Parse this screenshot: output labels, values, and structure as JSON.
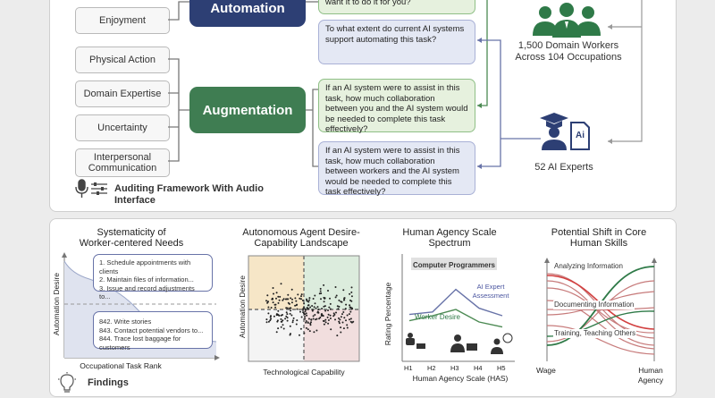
{
  "framework": {
    "dimensions_top": [
      "Enjoyment"
    ],
    "dimensions": [
      "Physical Action",
      "Domain Expertise",
      "Uncertainty",
      "Interpersonal Communication"
    ],
    "automation_label": "Automation",
    "augmentation_label": "Augmentation",
    "q_automation_worker": "want it to do it for you?",
    "q_automation_expert": "To what extent do current AI systems support automating this task?",
    "q_augmentation_worker": "If an AI system were to assist in this task, how much collaboration between you and the AI system would be needed to complete this task effectively?",
    "q_augmentation_expert": "If an AI system were to assist in this task, how much collaboration between workers and the AI system would be needed to complete this task effectively?",
    "footer_label": "Auditing Framework With Audio Interface",
    "workers_label": "1,500 Domain Workers Across 104 Occupations",
    "experts_label": "52 AI Experts",
    "experts_icon_text": "Ai"
  },
  "findings": {
    "label": "Findings",
    "f1": {
      "title": "Systematicity of Worker-centered Needs",
      "top_list": [
        "1. Schedule appointments with clients",
        "2. Maintain files of information...",
        "3. Issue and record adjustments to..."
      ],
      "bottom_list": [
        "842. Write stories",
        "843. Contact potential vendors to...",
        "844. Trace lost baggage for customers"
      ],
      "ylabel": "Automation Desire",
      "xlabel": "Occupational Task Rank"
    },
    "f2": {
      "title": "Autonomous Agent Desire-Capability Landscape",
      "ylabel": "Automation Desire",
      "xlabel": "Technological Capability"
    },
    "f3": {
      "title": "Human Agency Scale Spectrum",
      "legend_title": "Computer Programmers",
      "series_expert": "AI Expert Assessment",
      "series_worker": "Worker Desire",
      "ylabel": "Rating Percentage",
      "xlabel": "Human Agency Scale (HAS)",
      "ticks": [
        "H1",
        "H2",
        "H3",
        "H4",
        "H5"
      ]
    },
    "f4": {
      "title": "Potential Shift in Core Human Skills",
      "skills": [
        "Analyzing Information",
        "Documenting Information",
        "Training, Teaching Others"
      ],
      "xlabel_left": "Wage",
      "xlabel_right": "Human Agency"
    }
  },
  "chart_data": [
    {
      "type": "line",
      "title": "Human Agency Scale Spectrum",
      "xlabel": "Human Agency Scale (HAS)",
      "ylabel": "Rating Percentage",
      "categories": [
        "H1",
        "H2",
        "H3",
        "H4",
        "H5"
      ],
      "series": [
        {
          "name": "AI Expert Assessment",
          "values": [
            0.32,
            0.36,
            0.72,
            0.42,
            0.3
          ]
        },
        {
          "name": "Worker Desire",
          "values": [
            0.22,
            0.3,
            0.4,
            0.2,
            0.12
          ]
        }
      ]
    }
  ],
  "colors": {
    "automation": "#2d3f74",
    "augmentation": "#3f7d52",
    "worker_green": "#2f7a48",
    "expert_navy": "#2d3f74",
    "q_green_border": "#4c8a53",
    "q_blue_border": "#6873a8"
  }
}
